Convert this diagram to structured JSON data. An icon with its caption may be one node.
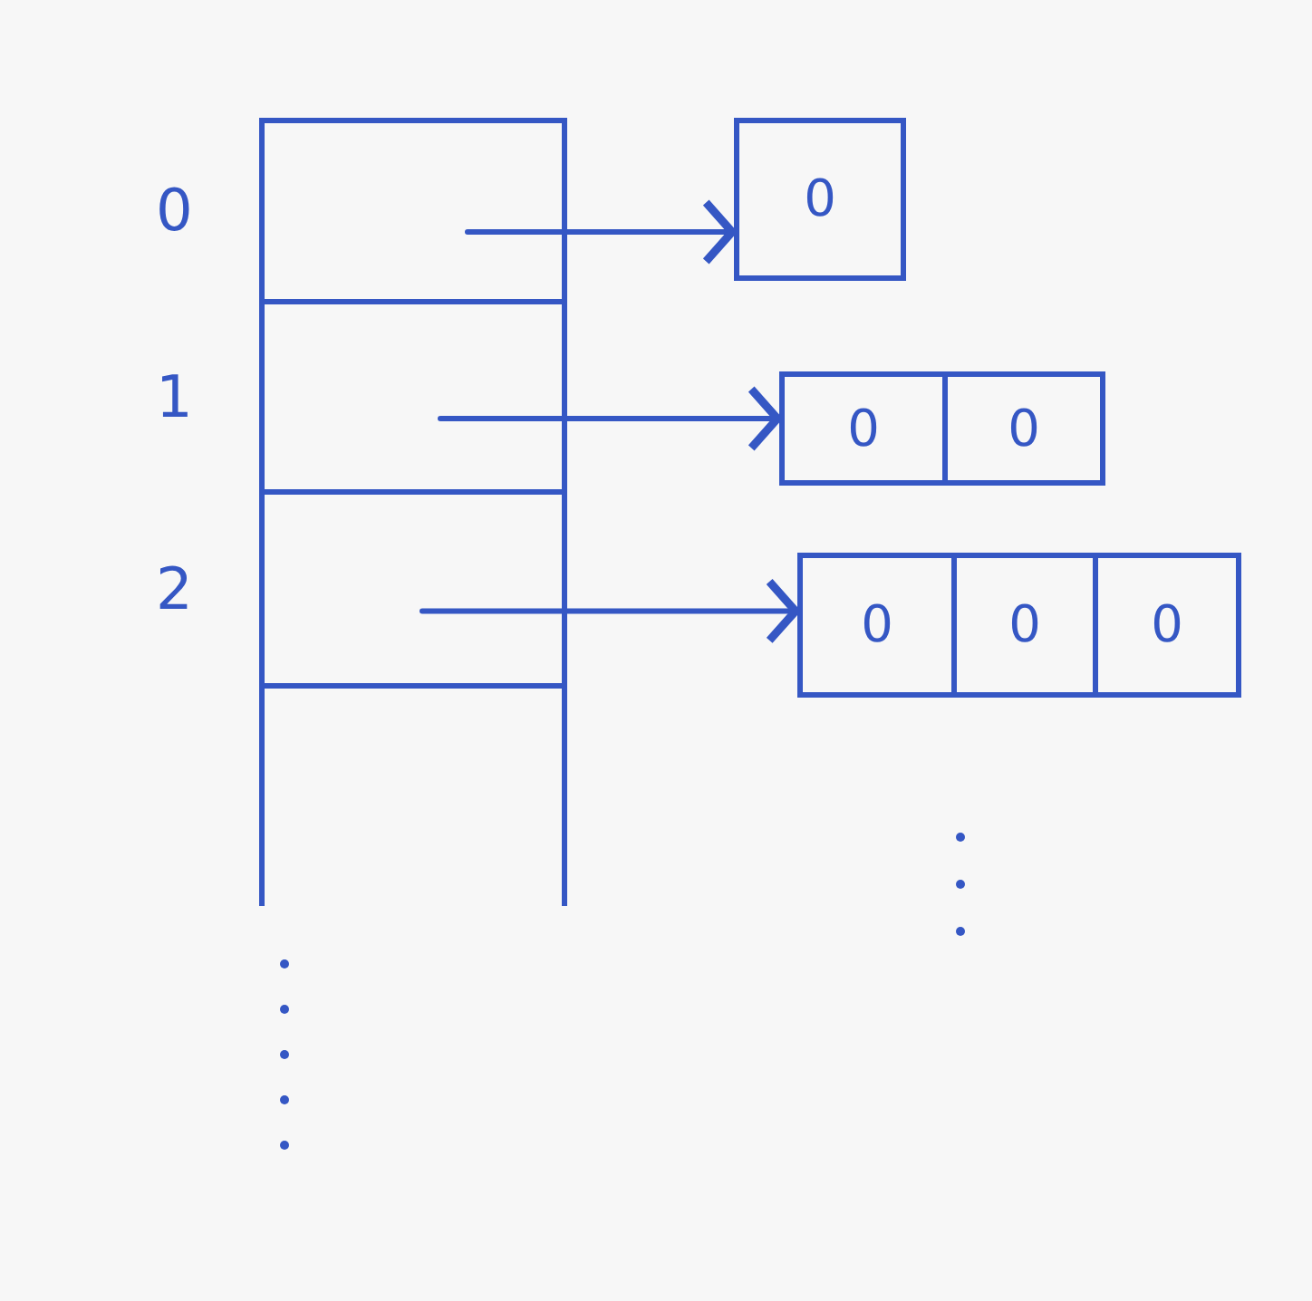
{
  "diagram": {
    "nodes": [
      {
        "text": [],
        "shape": "box"
      },
      {
        "text": [],
        "shape": "box",
        "in": 0,
        "beside": [
          "0"
        ]
      },
      {
        "text": [],
        "shape": "box",
        "in": 0,
        "beside": [
          "1"
        ]
      },
      {
        "text": [],
        "shape": "box",
        "in": 0,
        "beside": [
          "2"
        ]
      },
      {
        "text": [],
        "shape": "box"
      },
      {
        "text": [
          "0"
        ],
        "in": 4
      },
      {
        "text": [],
        "shape": "box"
      },
      {
        "text": [
          "0"
        ],
        "in": 6
      },
      {
        "text": [
          "0"
        ],
        "in": 6
      },
      {
        "text": [],
        "shape": "box"
      },
      {
        "text": [
          "0"
        ],
        "in": 9
      },
      {
        "text": [
          "0"
        ],
        "in": 9
      },
      {
        "text": [
          "0"
        ],
        "in": 9
      }
    ],
    "edges": [
      {
        "from": 1,
        "to": 4,
        "arrow": "to"
      },
      {
        "from": 2,
        "to": 6,
        "arrow": "to"
      },
      {
        "from": 3,
        "to": 9,
        "arrow": "to"
      }
    ]
  }
}
